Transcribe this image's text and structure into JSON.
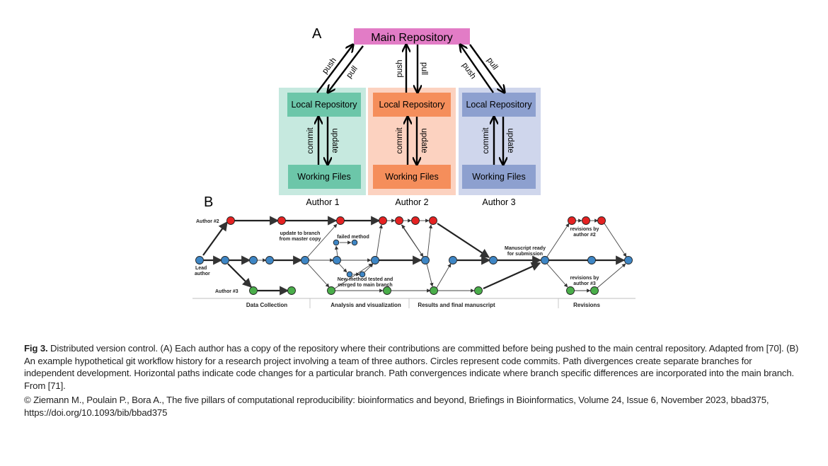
{
  "panel_a": {
    "label": "A",
    "main_repo": "Main Repository",
    "push": "push",
    "pull": "pull",
    "local_repo": "Local Repository",
    "working_files": "Working Files",
    "commit": "commit",
    "update": "update",
    "authors": [
      "Author 1",
      "Author 2",
      "Author 3"
    ]
  },
  "panel_b": {
    "label": "B",
    "author2": "Author #2",
    "author3": "Author #3",
    "lead_1": "Lead",
    "lead_2": "author",
    "ann_update_1": "update to branch",
    "ann_update_2": "from master copy",
    "ann_failed": "failed method",
    "ann_new_1": "New method tested and",
    "ann_new_2": "merged to main branch",
    "ann_manuscript_1": "Manuscript ready",
    "ann_manuscript_2": "for submission",
    "ann_rev2_1": "revisions by",
    "ann_rev2_2": "author #2",
    "ann_rev3_1": "revisions by",
    "ann_rev3_2": "author #3",
    "phases": [
      "Data Collection",
      "Analysis and visualization",
      "Results and final manuscript",
      "Revisions"
    ]
  },
  "colors": {
    "main_repo": "#e27cc6",
    "author1_bg": "#c6e9df",
    "author1_box": "#6cc6a9",
    "author2_bg": "#fcd2c0",
    "author2_box": "#f58e5b",
    "author3_bg": "#cfd6ec",
    "author3_box": "#8da0cf",
    "red": "#e52222",
    "blue": "#3e86c5",
    "green": "#4aae4a"
  },
  "caption": {
    "label": "Fig 3.",
    "text": " Distributed version control. (A) Each author has a copy of the repository where their contributions are committed before being pushed to the main central repository. Adapted from [70]. (B) An example hypothetical git workflow history for a research project involving a team of three authors. Circles represent code commits. Path divergences create separate branches for independent development. Horizontal paths indicate code changes for a particular branch. Path convergences indicate where branch specific differences are incorporated into the main branch. From [71]."
  },
  "credit": "© Ziemann M., Poulain P., Bora A., The five pillars of computational reproducibility: bioinformatics and beyond, Briefings in Bioinformatics, Volume 24, Issue 6, November 2023, bbad375, https://doi.org/10.1093/bib/bbad375"
}
